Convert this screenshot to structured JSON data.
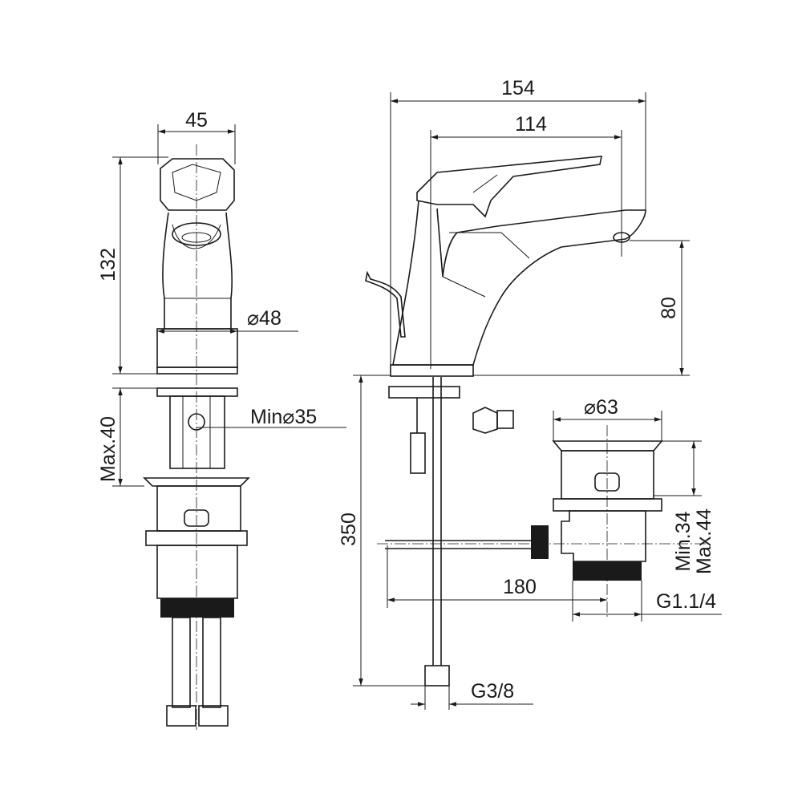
{
  "dimensions": {
    "width_45": "45",
    "height_132": "132",
    "diameter_48": "⌀48",
    "max_40": "Max.40",
    "min_diameter_35": "Min⌀35",
    "length_154": "154",
    "length_114": "114",
    "height_80": "80",
    "length_350": "350",
    "diameter_63": "⌀63",
    "min_34": "Min.34",
    "max_44": "Max.44",
    "length_180": "180",
    "thread_g114": "G1.1/4",
    "thread_g38": "G3/8"
  }
}
